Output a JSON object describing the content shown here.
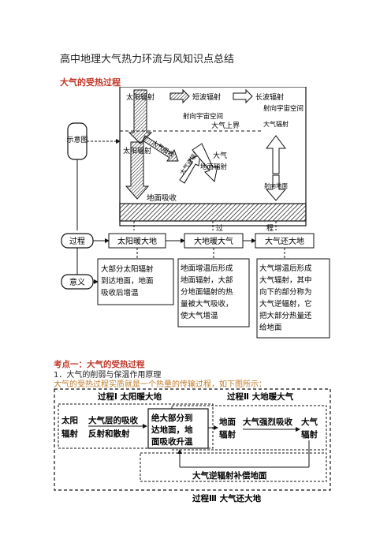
{
  "doc": {
    "title": "高中地理大气热力环流与风知识点总结",
    "section_heading": "大气的受热过程",
    "kaodian": "考点一：大气的受热过程",
    "subheading": "1．大气的削弱与保温作用原理",
    "intro": "大气的受热过程实质就是一个热量的传输过程，如下图所示："
  },
  "diagram1": {
    "legend_short": "短波辐射",
    "legend_long": "长波辐射",
    "label_to_space1": "射向宇宙空间",
    "label_to_space2": "射向宇宙空间",
    "atmosphere_top": "大气上界",
    "atmosphere": "大气",
    "solar_radiation": "太阳辐射",
    "solar_radiation_lower": "太阳辐射",
    "atmos_absorb": "大气吸收",
    "atmos_radiation": "大气辐射",
    "atmos_counter": "大气逆辐射",
    "ground_radiation": "地面辐射",
    "ground_absorb": "地面吸收",
    "to_ground": "射向地面",
    "side_label": "示意图",
    "process_word": "过",
    "process_word2": "程",
    "process_label": "过程",
    "meaning_label": "意义",
    "step1": "太阳暖大地",
    "step2": "大地暖大气",
    "step3": "大气还大地",
    "mean1": [
      "大部分太阳辐射",
      "到达地面，地面",
      "吸收后增温"
    ],
    "mean2": [
      "地面增温后形成",
      "地面辐射，大部",
      "分地面辐射的热",
      "量被大气吸收，",
      "使大气增温"
    ],
    "mean3": [
      "大气增温后形成",
      "大气辐射，其中",
      "向下的部分称为",
      "大气逆辐射，它",
      "把大部分热量还",
      "给地面"
    ]
  },
  "diagram2": {
    "proc1": "过程Ⅰ 太阳暖大地",
    "proc2": "过程Ⅱ 大地暖大气",
    "proc3": "过程Ⅲ 大气还大地",
    "sun_rad": [
      "太阳",
      "辐射"
    ],
    "atm_abs": [
      "大气层的吸收",
      "反射和散射"
    ],
    "most_reach": [
      "绝大部分到",
      "达地面，地",
      "面吸收升温"
    ],
    "ground_rad": [
      "地面",
      "辐射"
    ],
    "strong_abs": "大气强烈吸收",
    "atm_rad": [
      "大气",
      "辐射"
    ],
    "counter": "大气逆辐射补偿地面"
  }
}
